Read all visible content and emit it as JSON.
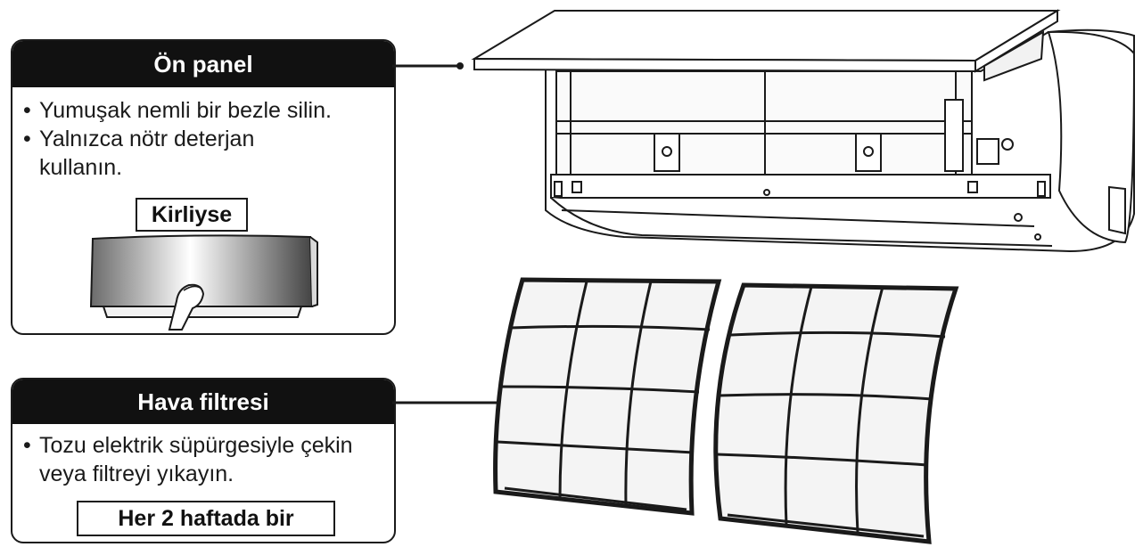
{
  "front_panel": {
    "title": "Ön panel",
    "bullets": [
      "Yumuşak nemli bir bezle silin.",
      "Yalnızca nötr deterjan kullanın."
    ],
    "tag": "Kirliyse"
  },
  "air_filter": {
    "title": "Hava filtresi",
    "bullets": [
      "Tozu elektrik süpürgesiyle çekin veya filtreyi yıkayın."
    ],
    "tag": "Her 2 haftada bir"
  }
}
